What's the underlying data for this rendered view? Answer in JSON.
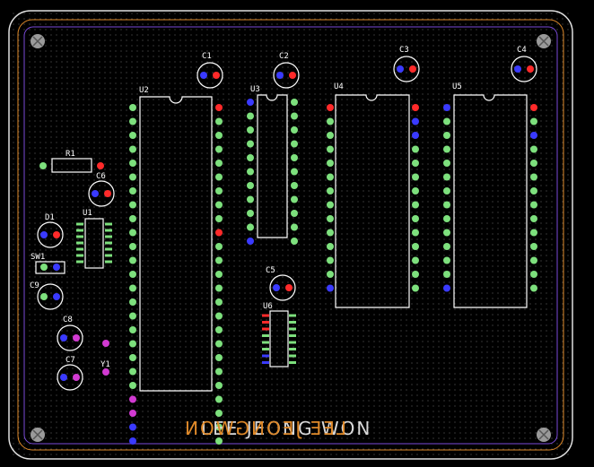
{
  "board": {
    "credit_front": "LEE JEONG WON",
    "credit_back": "LEE JEONGWON",
    "colors": {
      "background": "#000000",
      "edge_cut": "#e0e0e0",
      "courtyard": "#e08a2a",
      "keepout": "#7a4ad8",
      "silkscreen": "#ffffff",
      "pad_green": "#7de07d",
      "pad_red": "#ff2a2a",
      "pad_blue": "#3a3aff",
      "pad_magenta": "#d23ad2",
      "mounting_hole": "#9a9a9a"
    }
  },
  "designators": {
    "u1": "U1",
    "u2": "U2",
    "u3": "U3",
    "u4": "U4",
    "u5": "U5",
    "u6": "U6",
    "c1": "C1",
    "c2": "C2",
    "c3": "C3",
    "c4": "C4",
    "c5": "C5",
    "c6": "C6",
    "c7": "C7",
    "c8": "C8",
    "c9": "C9",
    "r1": "R1",
    "d1": "D1",
    "sw1": "SW1",
    "y1": "Y1"
  }
}
